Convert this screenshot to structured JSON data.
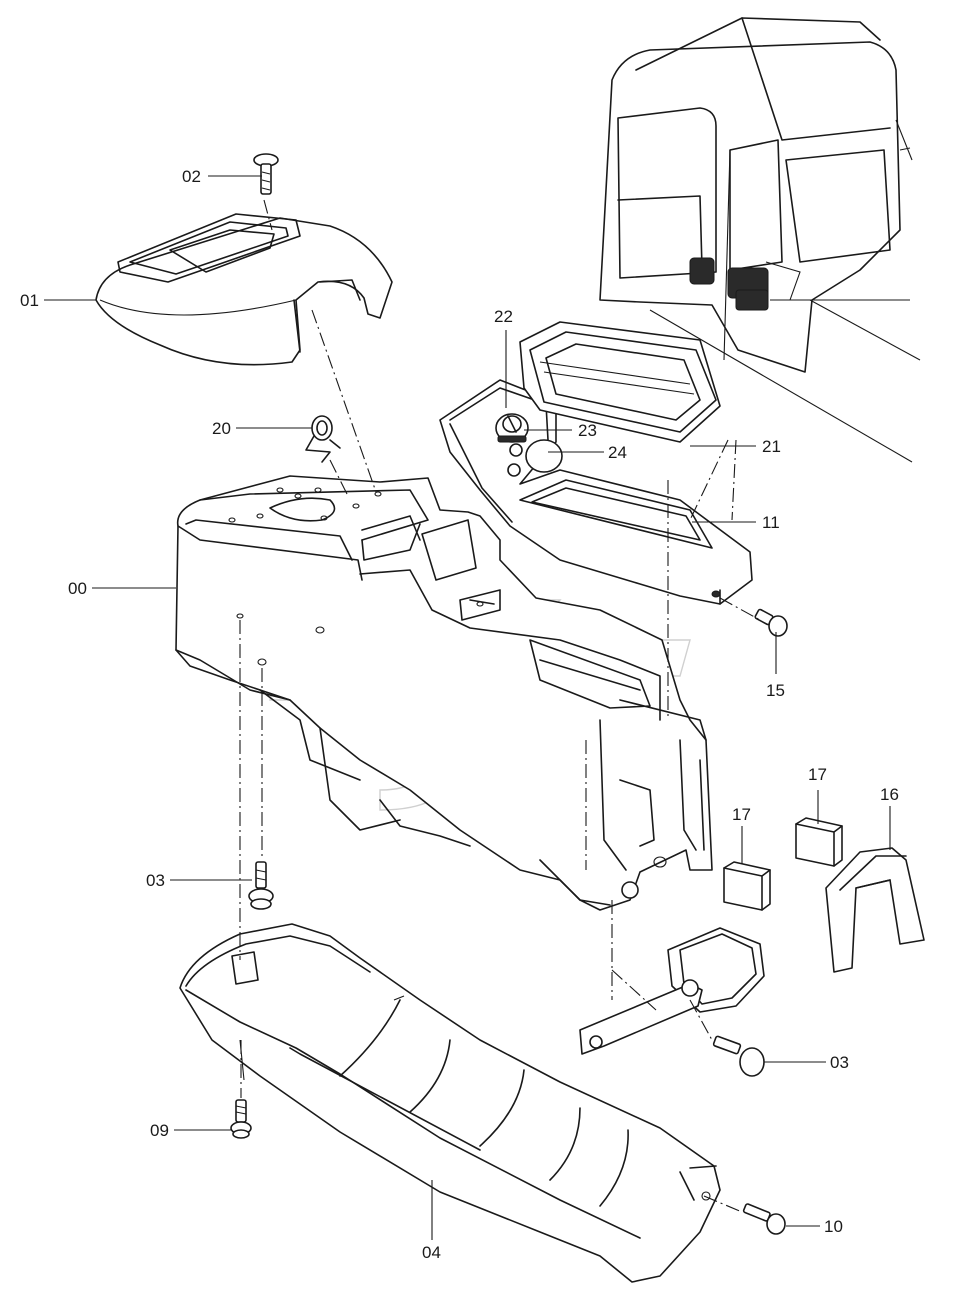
{
  "labels": {
    "l00": "00",
    "l01": "01",
    "l02": "02",
    "l03a": "03",
    "l03b": "03",
    "l04": "04",
    "l09": "09",
    "l10": "10",
    "l11": "11",
    "l15": "15",
    "l16": "16",
    "l17a": "17",
    "l17b": "17",
    "l20": "20",
    "l21": "21",
    "l22": "22",
    "l23": "23",
    "l24": "24"
  }
}
